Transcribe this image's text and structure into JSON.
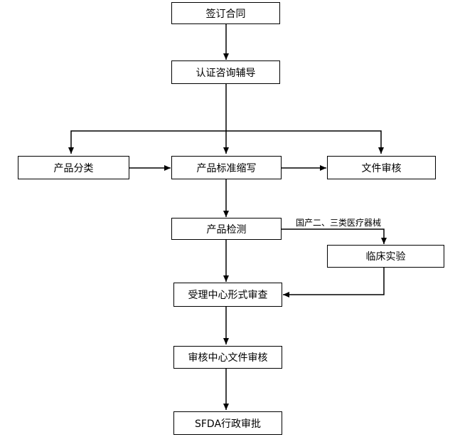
{
  "nodes": {
    "sign_contract": "签订合同",
    "consulting": "认证咨询辅导",
    "classification": "产品分类",
    "standard_writing": "产品标准缩写",
    "doc_review": "文件审核",
    "testing": "产品检测",
    "clinical_trial": "临床实验",
    "acceptance_review": "受理中心形式审查",
    "review_center": "审核中心文件审核",
    "sfda_approval": "SFDA行政审批"
  },
  "edge_labels": {
    "class_2_3_devices": "国产二、三类医疗器械"
  }
}
